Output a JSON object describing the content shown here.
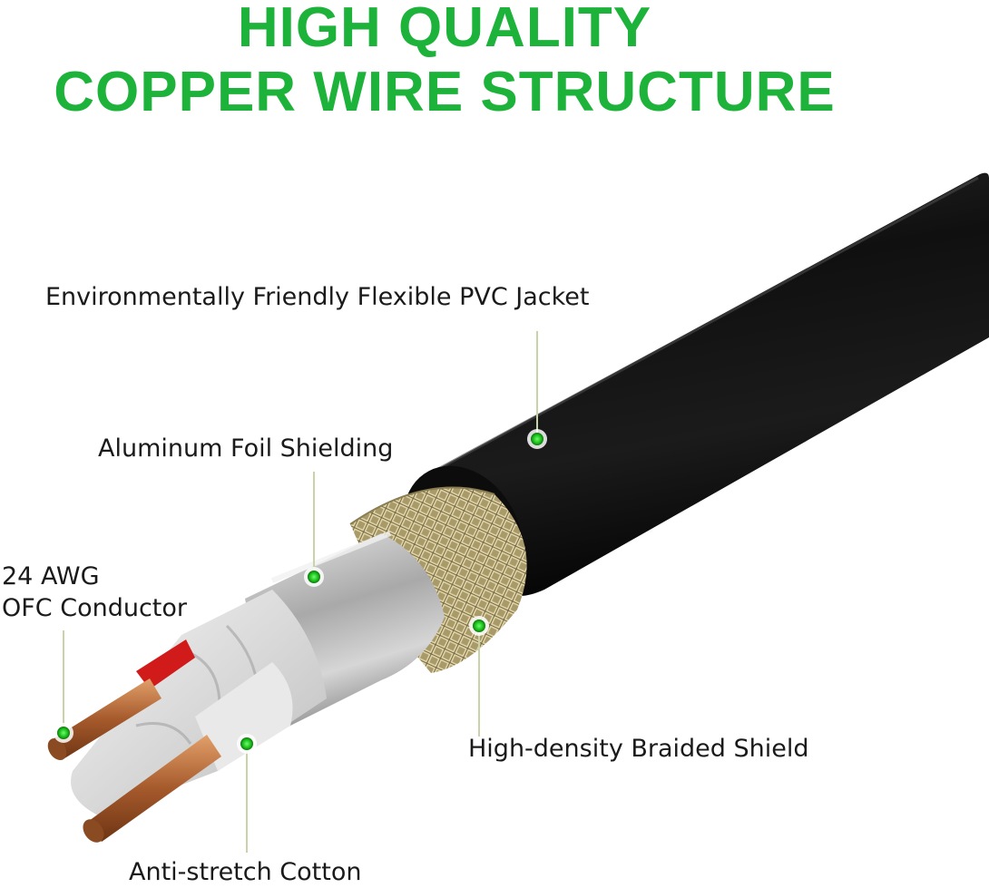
{
  "title": {
    "line1": "HIGH QUALITY",
    "line2": "COPPER WIRE STRUCTURE",
    "color": "#1db33a"
  },
  "labels": {
    "jacket": "Environmentally Friendly Flexible PVC Jacket",
    "foil": "Aluminum Foil Shielding",
    "conductor_line1": "24 AWG",
    "conductor_line2": "OFC Conductor",
    "braid": "High-density Braided Shield",
    "cotton": "Anti-stretch Cotton"
  },
  "colors": {
    "marker": "#2ecc40",
    "jacket": "#161616",
    "braid": "#c7b98a",
    "foil": "#b7b7b7",
    "copper": "#b9703f",
    "red_insulation": "#d11a1a"
  }
}
